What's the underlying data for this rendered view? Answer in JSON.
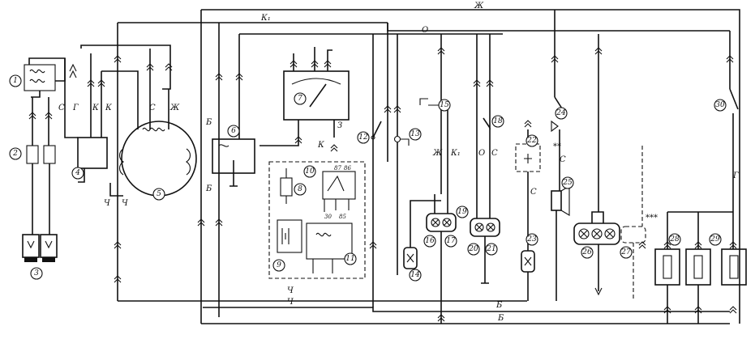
{
  "component_numbers": [
    "1",
    "2",
    "3",
    "4",
    "5",
    "6",
    "7",
    "8",
    "9",
    "10",
    "11",
    "12",
    "13",
    "14",
    "15",
    "16",
    "17",
    "18",
    "19",
    "20",
    "21",
    "22",
    "23",
    "24",
    "25",
    "26",
    "27",
    "28",
    "29",
    "30"
  ],
  "wire_labels": {
    "top_x": "Ж",
    "top_k": "К₁",
    "top_o": "О",
    "c1": "С",
    "g1": "Г",
    "k1": "К",
    "k2": "К",
    "c2": "С",
    "zh2": "Ж",
    "b1": "Б",
    "b2": "Б",
    "ch1": "Ч",
    "ch2": "Ч",
    "z": "З",
    "k3": "К",
    "ch3": "Ч",
    "ch4": "Ч",
    "k15": "Ж",
    "k15b": "К₁",
    "o19": "О",
    "c19": "С",
    "c24": "С",
    "c22": "С",
    "g30": "Г",
    "b_bottom": "Б",
    "b_bottom2": "Б"
  },
  "markers": {
    "m22": "**",
    "m27": "***"
  },
  "relay_pins": [
    "87",
    "86",
    "30",
    "85"
  ],
  "colors": {
    "ink": "#111111",
    "paper": "#ffffff"
  }
}
